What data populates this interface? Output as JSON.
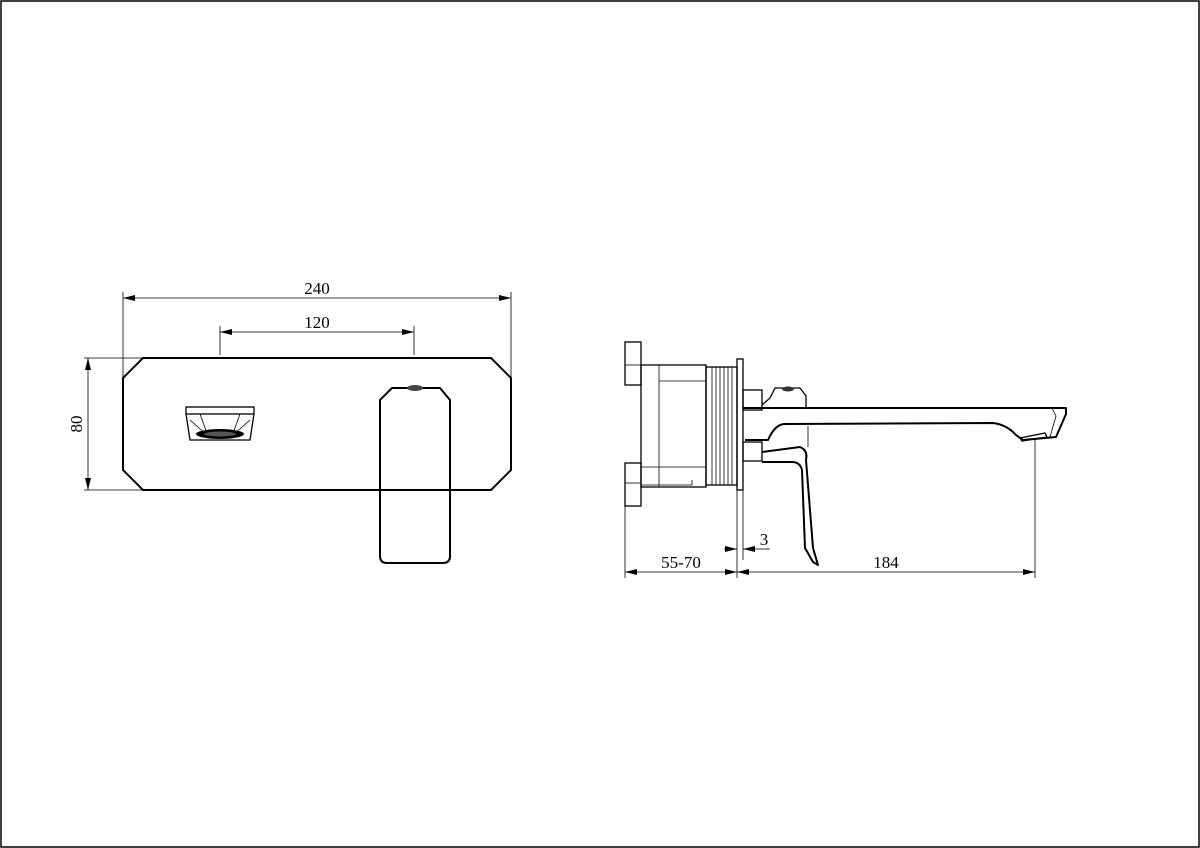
{
  "drawing": {
    "front_view": {
      "dimensions": {
        "overall_width": "240",
        "center_distance": "120",
        "height": "80"
      }
    },
    "side_view": {
      "dimensions": {
        "wall_depth": "55-70",
        "plate_thickness": "3",
        "spout_projection": "184"
      }
    },
    "line_color": "#000000"
  }
}
